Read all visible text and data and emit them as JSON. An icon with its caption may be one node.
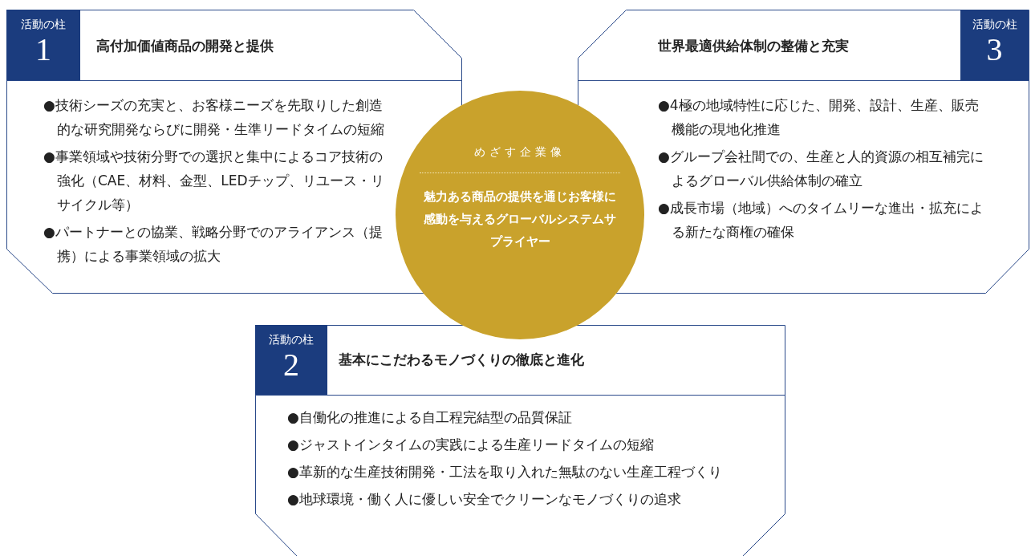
{
  "diagram": {
    "nodes": [
      {
        "text": [
          "高付加価値商品の開発と提供",
          "●技術シーズの充実と、お客様ニーズを先取りした創造的な研究開発ならびに開発・生準リードタイムの短縮",
          "●事業領域や技術分野での選択と集中によるコア技術の強化（CAE、材料、金型、LEDチップ、リユース・リサイクル等）",
          "●パートナーとの協業、戦略分野でのアライアンス（提携）による事業領域の拡大"
        ]
      },
      {
        "text": [
          "活動の柱",
          "1"
        ],
        "in": 0
      },
      {
        "text": [
          "めざす企業像",
          "魅力ある商品の提供を通じお客様に感動を与えるグローバルシステムサプライヤー"
        ]
      },
      {
        "text": [
          "世界最適供給体制の整備と充実",
          "●4極の地域特性に応じた、開発、設計、生産、販売機能の現地化推進",
          "●グループ会社間での、生産と人的資源の相互補完によるグローバル供給体制の確立",
          "●成長市場（地域）へのタイムリーな進出・拡充による新たな商権の確保"
        ]
      },
      {
        "text": [
          "活動の柱",
          "3"
        ],
        "in": 3
      },
      {
        "text": [
          "基本にこだわるモノづくりの徹底と進化",
          "●自働化の推進による自工程完結型の品質保証",
          "●ジャストインタイムの実践による生産リードタイムの短縮",
          "●革新的な生産技術開発・工法を取り入れた無駄のない生産工程づくり",
          "●地球環境・働く人に優しい安全でクリーンなモノづくりの追求"
        ]
      },
      {
        "text": [
          "活動の柱",
          "2"
        ],
        "in": 5
      }
    ],
    "edges": []
  }
}
